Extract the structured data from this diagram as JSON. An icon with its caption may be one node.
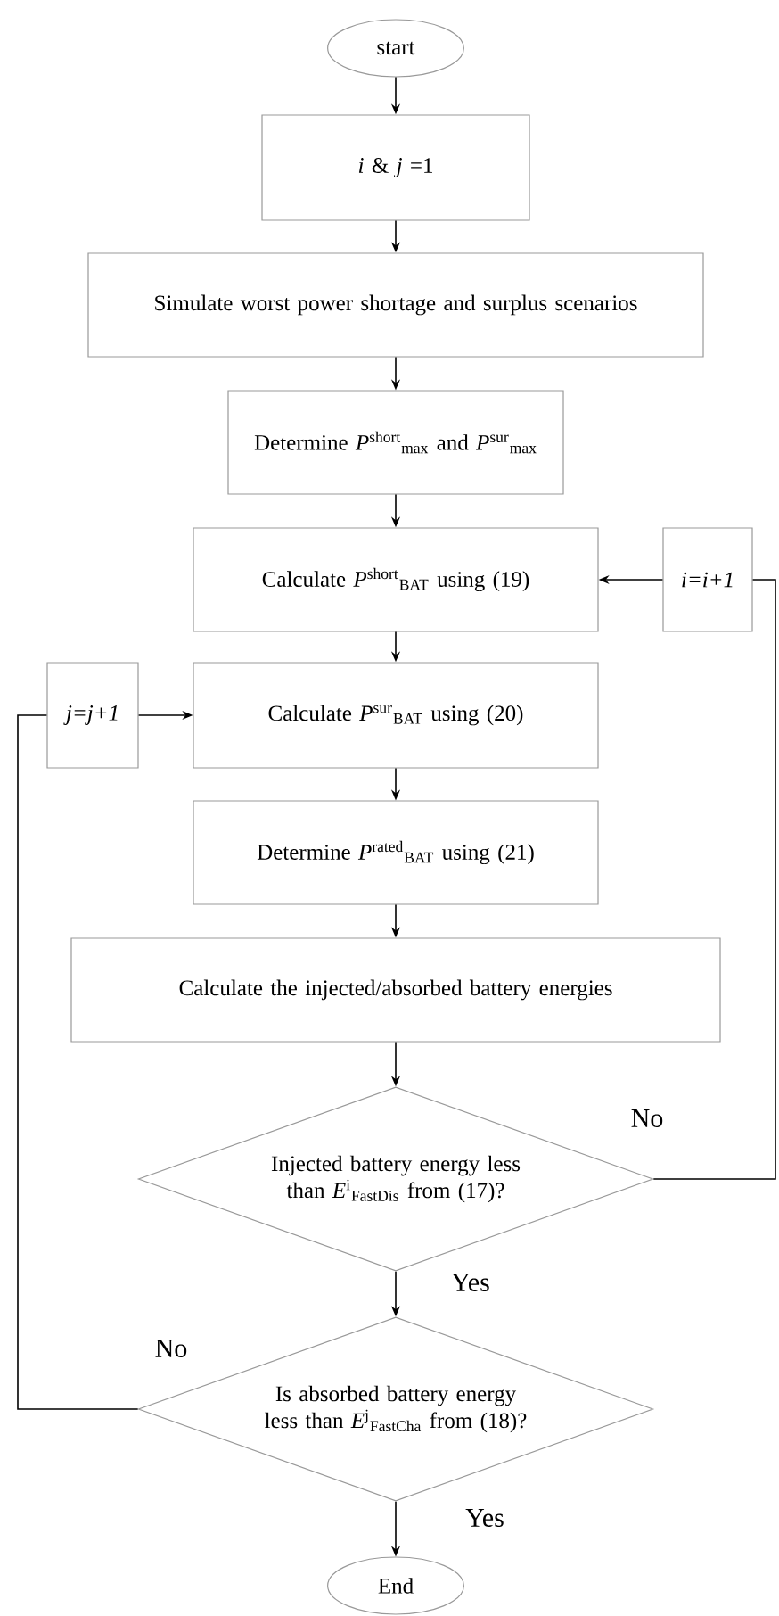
{
  "diagram": {
    "nodes": [
      {
        "text": [
          "start"
        ]
      },
      {
        "text": [
          "*i* & *j* =1"
        ]
      },
      {
        "text": [
          "Simulate worst power shortage and surplus scenarios"
        ]
      },
      {
        "text": [
          "Determine *P*$^{short}$$_{max}$ and *P*$^{sur}$$_{max}$"
        ]
      },
      {
        "text": [
          "Calculate *P*$^{short}$$_{BAT}$ using (19)"
        ]
      },
      {
        "text": [
          "i=i+1"
        ]
      },
      {
        "text": [
          "j=j+1"
        ]
      },
      {
        "text": [
          "Calculate *P*$^{sur}$$_{BAT}$ using (20)"
        ]
      },
      {
        "text": [
          "Determine *P*$^{rated}$$_{BAT}$ using (21)"
        ]
      },
      {
        "text": [
          "Calculate the injected/absorbed battery energies"
        ]
      },
      {
        "text": [
          "Injected battery energy less than *E*$^{i}$$_{FastDis}$ from (17)?"
        ]
      },
      {
        "text": [
          "Is absorbed battery energy less than *E*$^{j}$$_{FastCha}$ from (18)?"
        ]
      },
      {
        "text": [
          "End"
        ]
      }
    ],
    "edges": [
      {
        "from": 0,
        "to": 1,
        "arrow": "to"
      },
      {
        "from": 1,
        "to": 2,
        "arrow": "to"
      },
      {
        "from": 2,
        "to": 3,
        "arrow": "to"
      },
      {
        "from": 3,
        "to": 4,
        "arrow": "to"
      },
      {
        "from": 5,
        "to": 4,
        "arrow": "to"
      },
      {
        "from": 6,
        "to": 7,
        "arrow": "to"
      },
      {
        "from": 4,
        "to": 7,
        "arrow": "to"
      },
      {
        "from": 7,
        "to": 8,
        "arrow": "to"
      },
      {
        "from": 8,
        "to": 9,
        "arrow": "to"
      },
      {
        "from": 9,
        "to": 10,
        "arrow": "to"
      },
      {
        "from": 10,
        "to": 11,
        "label": "Yes",
        "arrow": "to"
      },
      {
        "from": 10,
        "to": 5,
        "label": "No",
        "arrow": "none"
      },
      {
        "from": 11,
        "to": 6,
        "label": "No",
        "arrow": "none"
      },
      {
        "from": 11,
        "to": 12,
        "label": "Yes",
        "arrow": "to"
      }
    ]
  }
}
